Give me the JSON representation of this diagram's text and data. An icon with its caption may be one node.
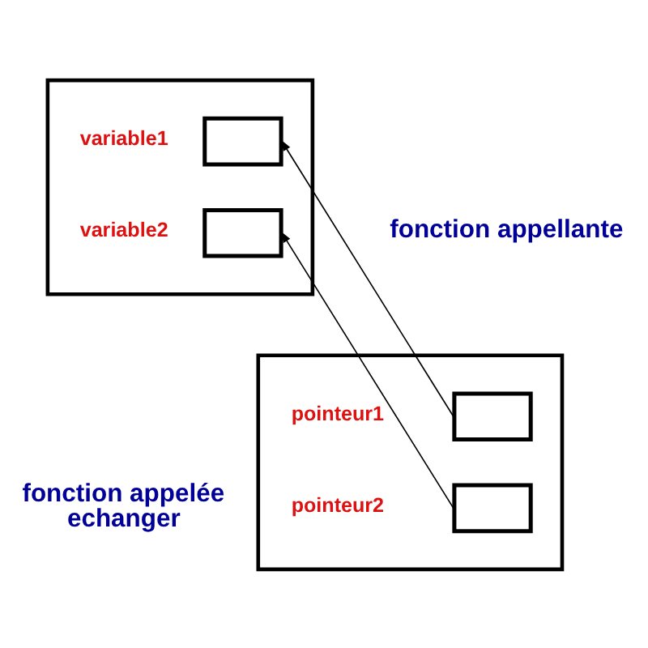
{
  "diagram": {
    "nodes": [
      {
        "text": [],
        "shape": "box",
        "beside": [
          "fonction appellante"
        ]
      },
      {
        "text": [],
        "shape": "box",
        "in": 0,
        "beside": [
          "variable1"
        ]
      },
      {
        "text": [],
        "shape": "box",
        "in": 0,
        "beside": [
          "variable2"
        ]
      },
      {
        "text": [],
        "shape": "box",
        "beside": [
          "fonction appelée echanger"
        ]
      },
      {
        "text": [],
        "shape": "box",
        "in": 3,
        "beside": [
          "pointeur1"
        ]
      },
      {
        "text": [],
        "shape": "box",
        "in": 3,
        "beside": [
          "pointeur2"
        ]
      }
    ],
    "edges": [
      {
        "from": 4,
        "to": 1,
        "arrow": "to"
      },
      {
        "from": 5,
        "to": 2,
        "arrow": "to"
      }
    ]
  }
}
